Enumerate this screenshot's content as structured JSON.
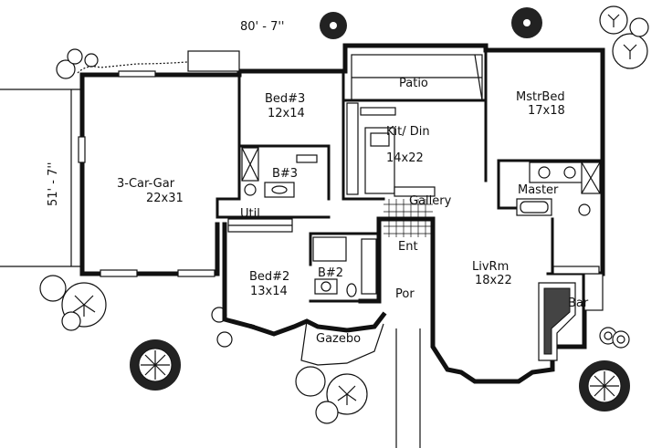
{
  "dimensions": {
    "width_label": "80' - 7''",
    "depth_label": "51' - 7''"
  },
  "rooms": {
    "patio": {
      "name": "Patio"
    },
    "mstr_bed": {
      "name": "MstrBed",
      "size": "17x18"
    },
    "bed3": {
      "name": "Bed#3",
      "size": "12x14"
    },
    "kit_din": {
      "name": "Kit/ Din",
      "size": "14x22"
    },
    "garage": {
      "name": "3-Car-Gar",
      "size": "22x31"
    },
    "bath3": {
      "name": "B#3"
    },
    "master_bath": {
      "name": "Master"
    },
    "gallery": {
      "name": "Gallery"
    },
    "util": {
      "name": "Util"
    },
    "entry": {
      "name": "Ent"
    },
    "liv_rm": {
      "name": "LivRm",
      "size": "18x22"
    },
    "bed2": {
      "name": "Bed#2",
      "size": "13x14"
    },
    "bath2": {
      "name": "B#2"
    },
    "porch": {
      "name": "Por"
    },
    "bar": {
      "name": "Bar"
    },
    "gazebo": {
      "name": "Gazebo"
    }
  }
}
